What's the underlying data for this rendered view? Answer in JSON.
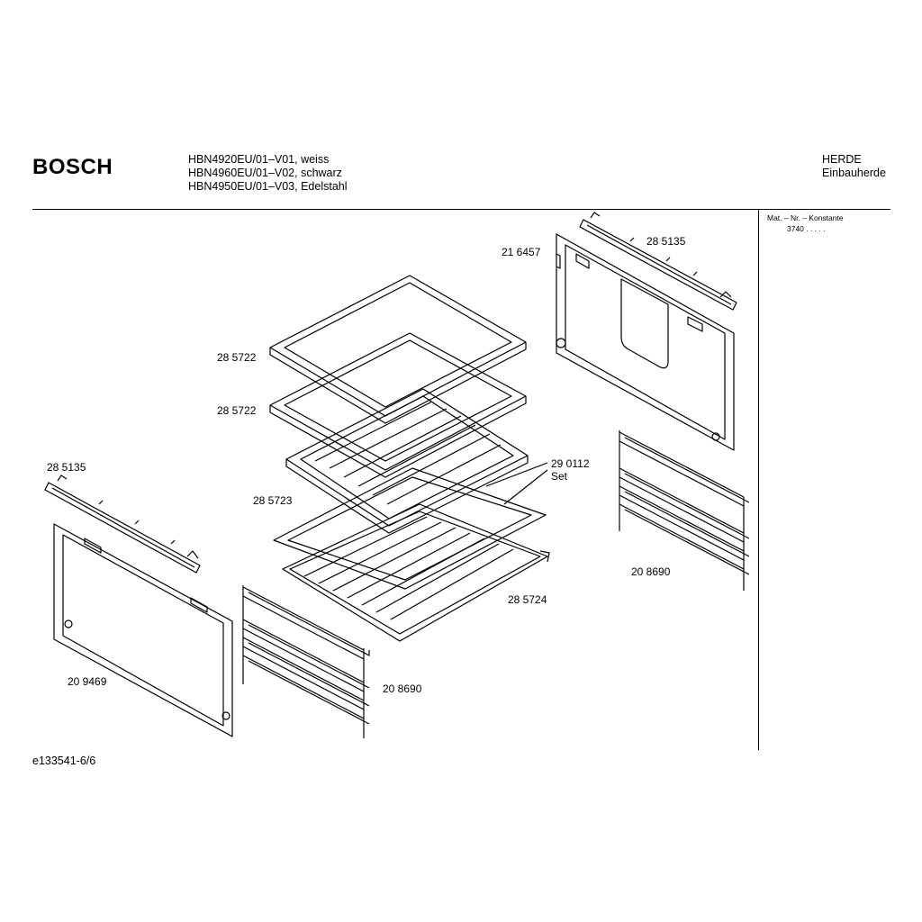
{
  "header": {
    "brand": "BOSCH",
    "models": [
      "HBN4920EU/01–V01, weiss",
      "HBN4960EU/01–V02, schwarz",
      "HBN4950EU/01–V03, Edelstahl"
    ],
    "category": "HERDE",
    "subcategory": "Einbauherde"
  },
  "side_panel": {
    "label": "Mat. – Nr. – Konstante",
    "value": "3740  .  .  .  .  ."
  },
  "footer": {
    "doc_id": "e133541-6/6"
  },
  "parts": [
    {
      "number": "21 6457"
    },
    {
      "number": "28 5135"
    },
    {
      "number": "28 5722"
    },
    {
      "number": "28 5722"
    },
    {
      "number": "29 0112",
      "note": "Set"
    },
    {
      "number": "28 5135"
    },
    {
      "number": "28 5723"
    },
    {
      "number": "20 8690"
    },
    {
      "number": "28 5724"
    },
    {
      "number": "20 9469"
    },
    {
      "number": "20 8690"
    }
  ]
}
